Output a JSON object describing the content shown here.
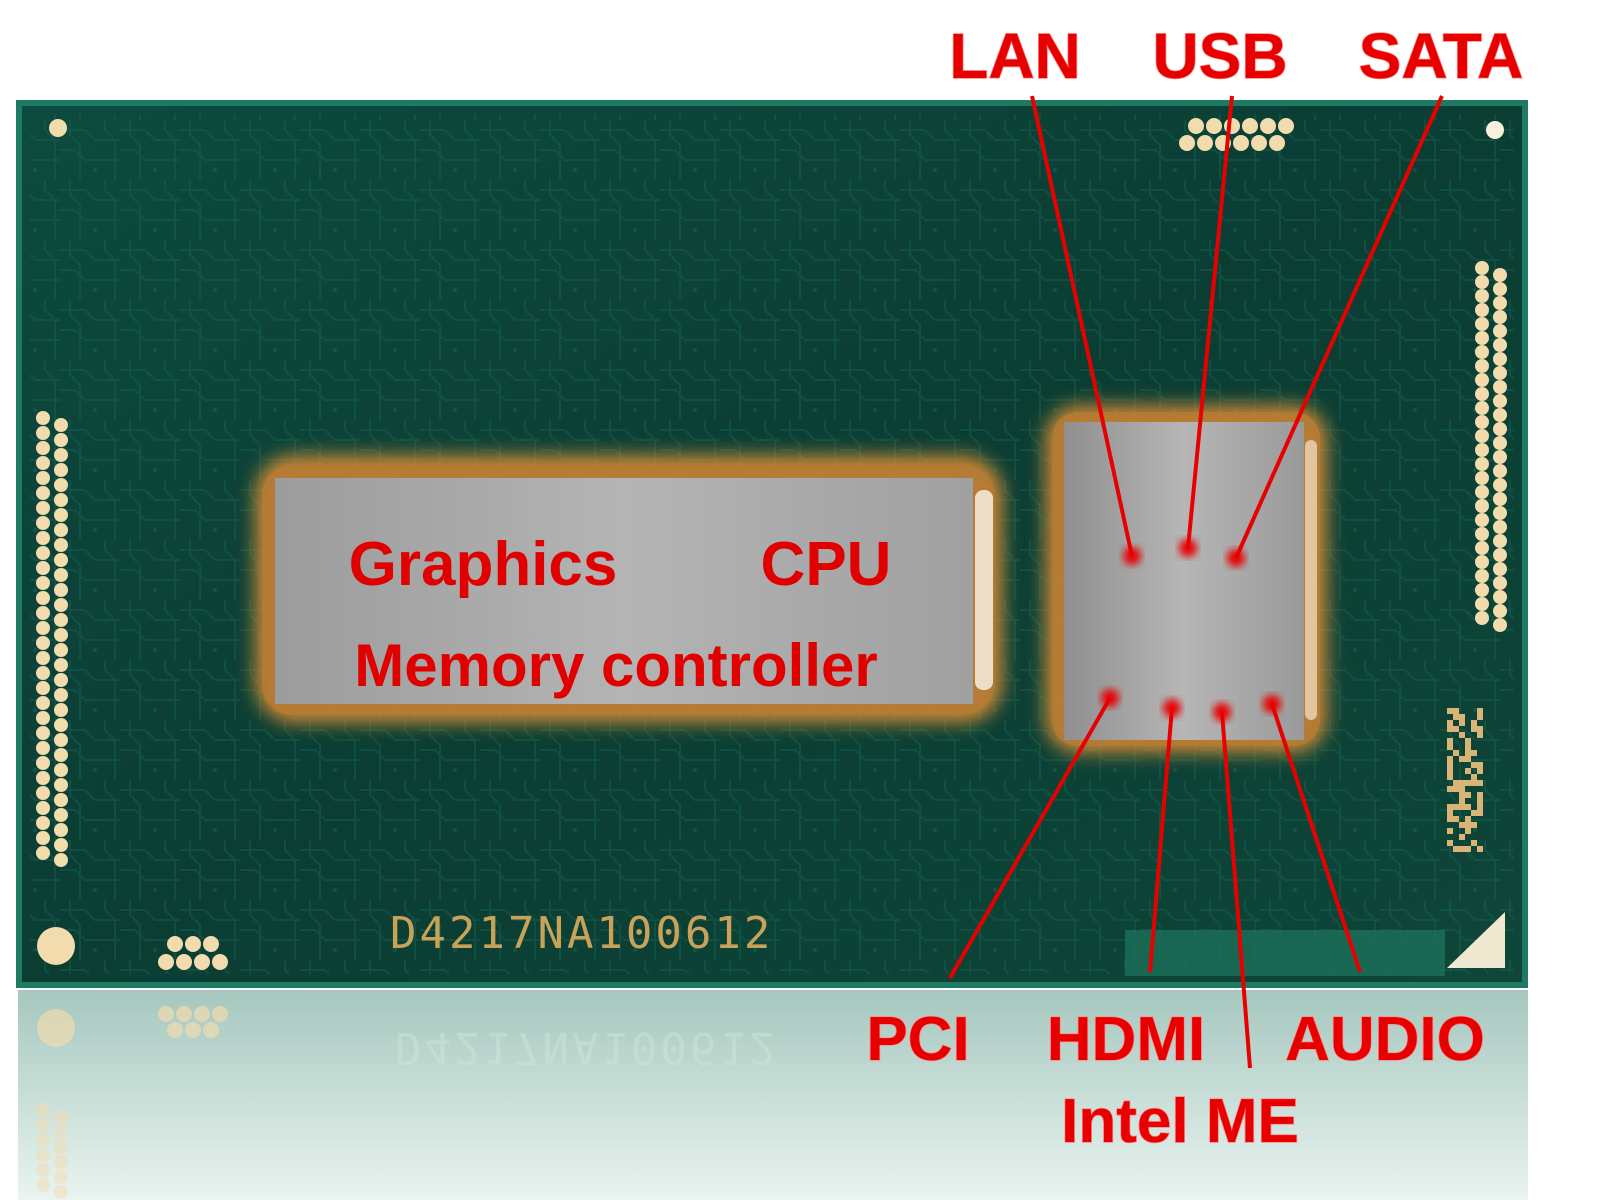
{
  "interface_labels_top": [
    "LAN",
    "USB",
    "SATA"
  ],
  "interface_labels_bottom": [
    "PCI",
    "HDMI",
    "AUDIO"
  ],
  "interface_label_extra": "Intel ME",
  "cpu_die": {
    "line1_left": "Graphics",
    "line1_right": "CPU",
    "line2": "Memory controller"
  },
  "chip_marking": "D4217NA100612",
  "colors": {
    "substrate": "#0e4a3e",
    "substrate_edge": "#1f7a63",
    "die_fill": "#a6a6a6",
    "die_glow": "#c8873a",
    "label_red": "#e80000",
    "pad_gold": "#f2dcae"
  }
}
